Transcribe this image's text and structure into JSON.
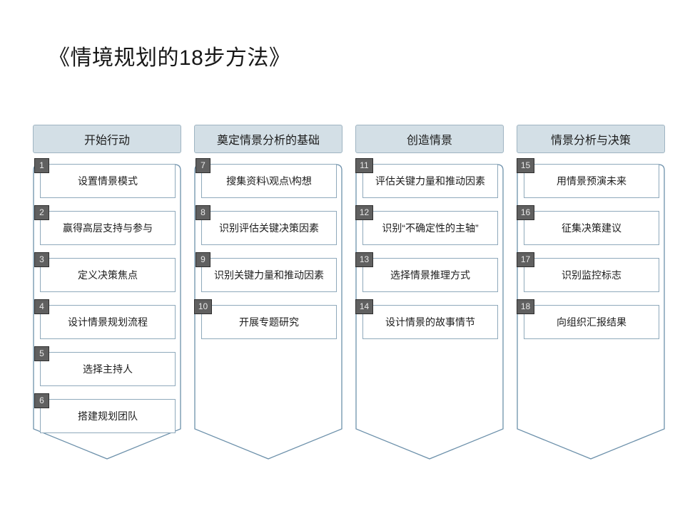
{
  "slide": {
    "title": "《情境规划的18步方法》",
    "background_color": "#ffffff",
    "header_fill_color": "#d3dfe6",
    "header_border_color": "#9fb4c2",
    "shape_border_color": "#6d91ab",
    "item_border_color": "#8fa9bb",
    "badge_fill_color": "#606060",
    "badge_text_color": "#e9e9e9"
  },
  "columns": [
    {
      "header": "开始行动",
      "items": [
        {
          "number": "1",
          "label": "设置情景模式"
        },
        {
          "number": "2",
          "label": "赢得高层支持与参与"
        },
        {
          "number": "3",
          "label": "定义决策焦点"
        },
        {
          "number": "4",
          "label": "设计情景规划流程"
        },
        {
          "number": "5",
          "label": "选择主持人"
        },
        {
          "number": "6",
          "label": "搭建规划团队"
        }
      ]
    },
    {
      "header": "奠定情景分析的基础",
      "items": [
        {
          "number": "7",
          "label": "搜集资料\\观点\\构想"
        },
        {
          "number": "8",
          "label": "识别评估关键决策因素"
        },
        {
          "number": "9",
          "label": "识别关键力量和推动因素"
        },
        {
          "number": "10",
          "label": "开展专题研究"
        }
      ]
    },
    {
      "header": "创造情景",
      "items": [
        {
          "number": "11",
          "label": "评估关键力量和推动因素"
        },
        {
          "number": "12",
          "label": "识别“不确定性的主轴”"
        },
        {
          "number": "13",
          "label": "选择情景推理方式"
        },
        {
          "number": "14",
          "label": "设计情景的故事情节"
        }
      ]
    },
    {
      "header": "情景分析与决策",
      "items": [
        {
          "number": "15",
          "label": "用情景预演未来"
        },
        {
          "number": "16",
          "label": "征集决策建议"
        },
        {
          "number": "17",
          "label": "识别监控标志"
        },
        {
          "number": "18",
          "label": "向组织汇报结果"
        }
      ]
    }
  ]
}
